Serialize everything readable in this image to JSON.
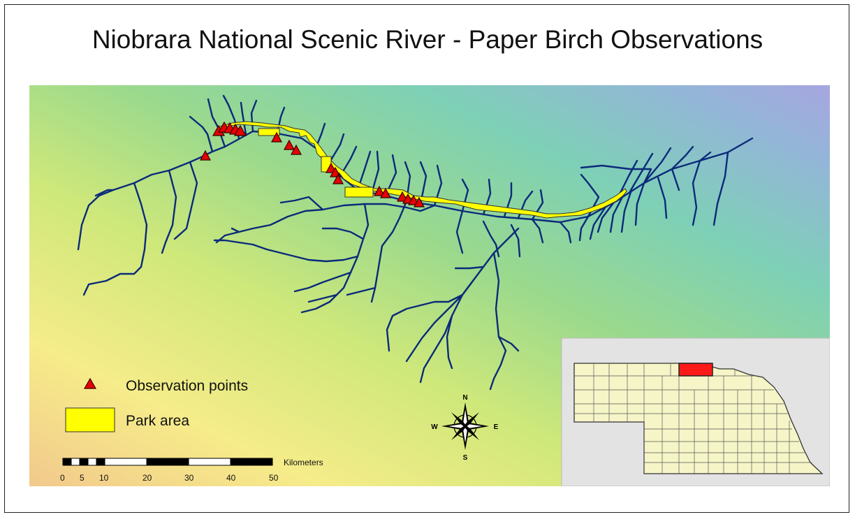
{
  "title": "Niobrara National Scenic River - Paper Birch Observations",
  "legend": {
    "observation_label": "Observation points",
    "park_label": "Park area"
  },
  "scalebar": {
    "unit": "Kilometers",
    "ticks": [
      "0",
      "5",
      "10",
      "20",
      "30",
      "40",
      "50"
    ]
  },
  "north_arrow": {
    "n": "N",
    "s": "S",
    "e": "E",
    "w": "W"
  },
  "colors": {
    "river": "#0b2a7a",
    "park": "#ffff00",
    "observation": "#e60000",
    "inset_state": "#f5f5c8",
    "inset_highlight": "#ff1a1a",
    "inset_bg": "#e3e3e3"
  }
}
